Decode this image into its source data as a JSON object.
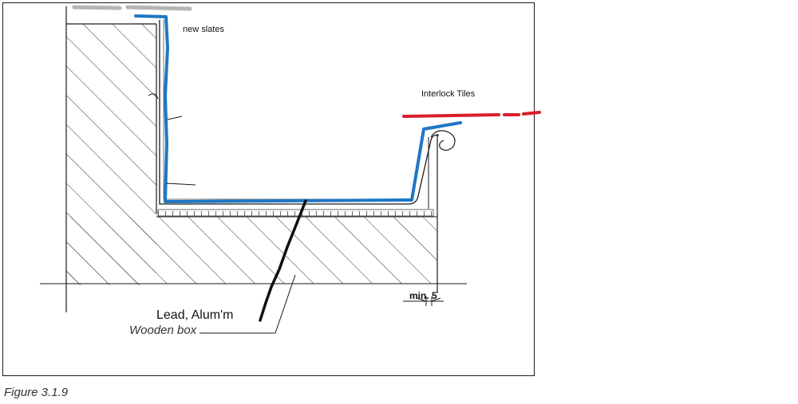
{
  "figure": {
    "labels": {
      "new_slates": "new slates",
      "interlock_tiles": "Interlock Tiles",
      "min_gap": "min. 5",
      "lead_alum": "Lead, Alum'm",
      "wooden_box": "Wooden box"
    },
    "caption": "Figure 3.1.9"
  },
  "colors": {
    "flashing_blue": "#1f77c4",
    "tiles_red": "#d9202b",
    "slates_grey": "#b5b5b5",
    "line_black": "#1a1a1a",
    "leader_black": "#111111"
  }
}
